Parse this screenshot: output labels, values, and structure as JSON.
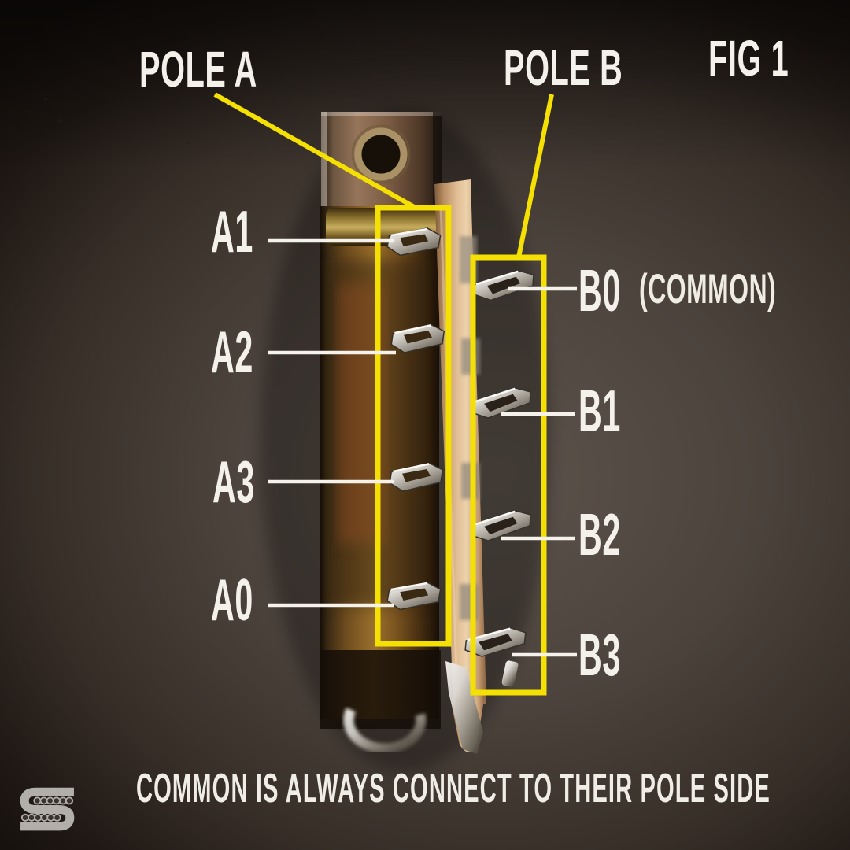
{
  "figure": {
    "fig_label": "FIG 1",
    "pole_a": {
      "label": "POLE A"
    },
    "pole_b": {
      "label": "POLE B"
    },
    "caption": "COMMON IS ALWAYS CONNECT TO THEIR POLE SIDE"
  },
  "terminals": {
    "pole_a": [
      {
        "id": "a1",
        "label": "A1"
      },
      {
        "id": "a2",
        "label": "A2"
      },
      {
        "id": "a3",
        "label": "A3"
      },
      {
        "id": "a0",
        "label": "A0"
      }
    ],
    "pole_b": [
      {
        "id": "b0",
        "label": "B0",
        "note": "(COMMON)"
      },
      {
        "id": "b1",
        "label": "B1"
      },
      {
        "id": "b2",
        "label": "B2"
      },
      {
        "id": "b3",
        "label": "B3"
      }
    ]
  },
  "branding": {
    "logo": "seymour-duncan-s-logo"
  },
  "colors": {
    "annotation_yellow": "#f5e003",
    "callout_white": "#f5f2ec",
    "label_white": "#f4f1ea",
    "background_dark": "#130e0b",
    "background_mid": "#5c534b",
    "wafer_tan": "#e0bc92",
    "bracket_brass": "#9a702c"
  }
}
